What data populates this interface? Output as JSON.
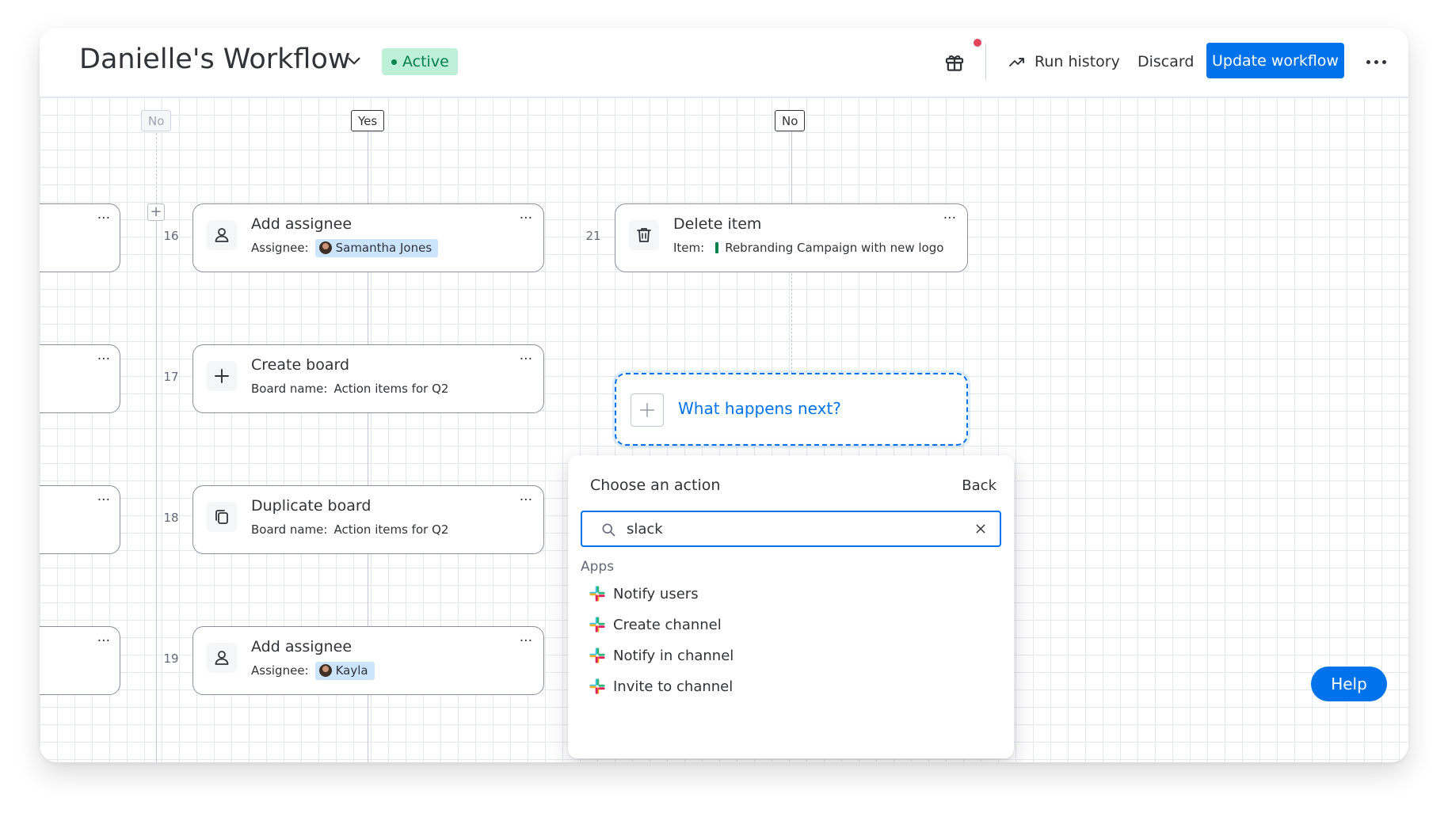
{
  "header": {
    "title": "Danielle's Workflow",
    "status": "Active",
    "run_history": "Run history",
    "discard": "Discard",
    "update": "Update workflow"
  },
  "branches": {
    "left_no": "No",
    "yes": "Yes",
    "right_no": "No"
  },
  "steps": [
    {
      "num": "16",
      "title": "Add assignee",
      "label": "Assignee:",
      "value": "Samantha Jones"
    },
    {
      "num": "17",
      "title": "Create board",
      "label": "Board name:",
      "value": "Action items for Q2"
    },
    {
      "num": "18",
      "title": "Duplicate board",
      "label": "Board name:",
      "value": "Action items for Q2"
    },
    {
      "num": "19",
      "title": "Add assignee",
      "label": "Assignee:",
      "value": "Kayla"
    },
    {
      "num": "21",
      "title": "Delete item",
      "label": "Item:",
      "value": "Rebranding Campaign with new logo"
    }
  ],
  "next": {
    "label": "What happens next?"
  },
  "popover": {
    "title": "Choose an action",
    "back": "Back",
    "search_value": "slack",
    "section": "Apps",
    "options": [
      "Notify users",
      "Create channel",
      "Notify in channel",
      "Invite to channel"
    ]
  },
  "help": "Help",
  "colors": {
    "accent": "#0073ea",
    "active_bg": "#bdf0d6",
    "active_text": "#037f4c",
    "notification": "#e2445c"
  }
}
